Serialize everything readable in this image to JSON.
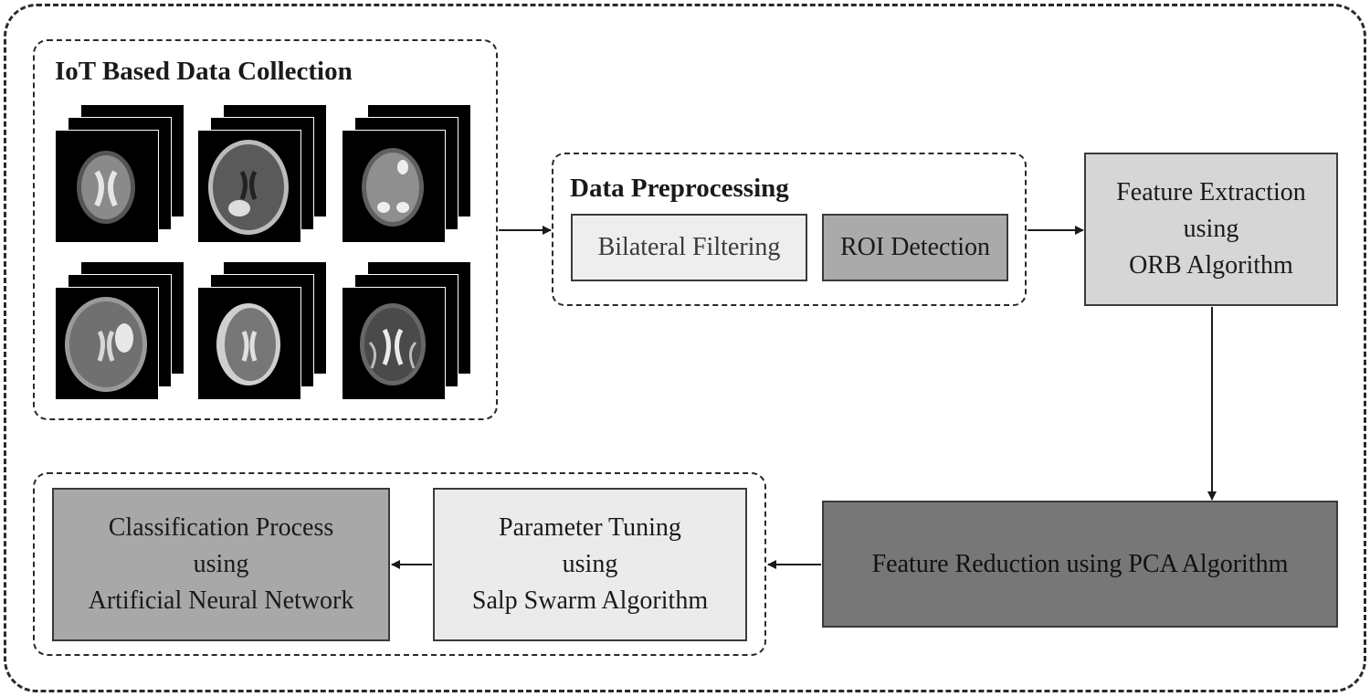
{
  "groups": {
    "iot": {
      "title": "IoT Based Data Collection"
    },
    "preprocessing": {
      "title": "Data Preprocessing"
    }
  },
  "boxes": {
    "bilateral": {
      "label": "Bilateral Filtering"
    },
    "roi": {
      "label": "ROI Detection"
    },
    "orb": {
      "line1": "Feature Extraction",
      "line2": "using",
      "line3": "ORB Algorithm"
    },
    "pca": {
      "label": "Feature Reduction using PCA Algorithm"
    },
    "ssa": {
      "line1": "Parameter Tuning",
      "line2": "using",
      "line3": "Salp Swarm Algorithm"
    },
    "ann": {
      "line1": "Classification Process",
      "line2": "using",
      "line3": "Artificial Neural Network"
    }
  },
  "colors": {
    "frame": "#2a2a2a",
    "bilateral_fill": "#eeeeee",
    "roi_fill": "#aaaaaa",
    "orb_fill": "#d6d6d6",
    "pca_fill": "#777777",
    "ssa_fill": "#ebebeb",
    "ann_fill": "#a8a8a8"
  }
}
